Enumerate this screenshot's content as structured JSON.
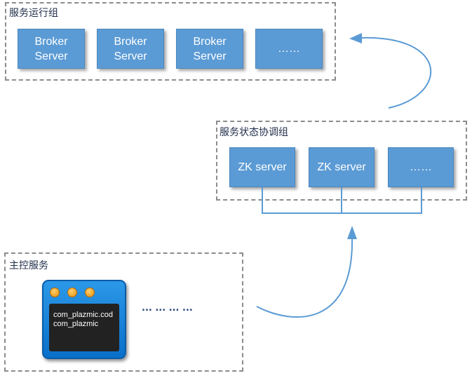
{
  "groups": {
    "broker": {
      "title": "服务运行组",
      "nodes": [
        {
          "line1": "Broker",
          "line2": "Server"
        },
        {
          "line1": "Broker",
          "line2": "Server"
        },
        {
          "line1": "Broker",
          "line2": "Server"
        },
        {
          "line1": "……",
          "line2": ""
        }
      ]
    },
    "zk": {
      "title": "服务状态协调组",
      "nodes": [
        {
          "label": "ZK server"
        },
        {
          "label": "ZK server"
        },
        {
          "label": "……"
        }
      ]
    },
    "master": {
      "title": "主控服务",
      "terminal_lines": [
        "com_plazmic.cod",
        "com_plazmic"
      ],
      "ellipsis": "... ... ... ..."
    }
  },
  "colors": {
    "node_fill": "#5b9bd5",
    "connector": "#5b9bd5",
    "dashed_border": "#8c8c8c",
    "terminal_body": "#1a86dc",
    "terminal_dot": "#f5a623"
  },
  "icons": {
    "terminal": "terminal-window-icon"
  }
}
